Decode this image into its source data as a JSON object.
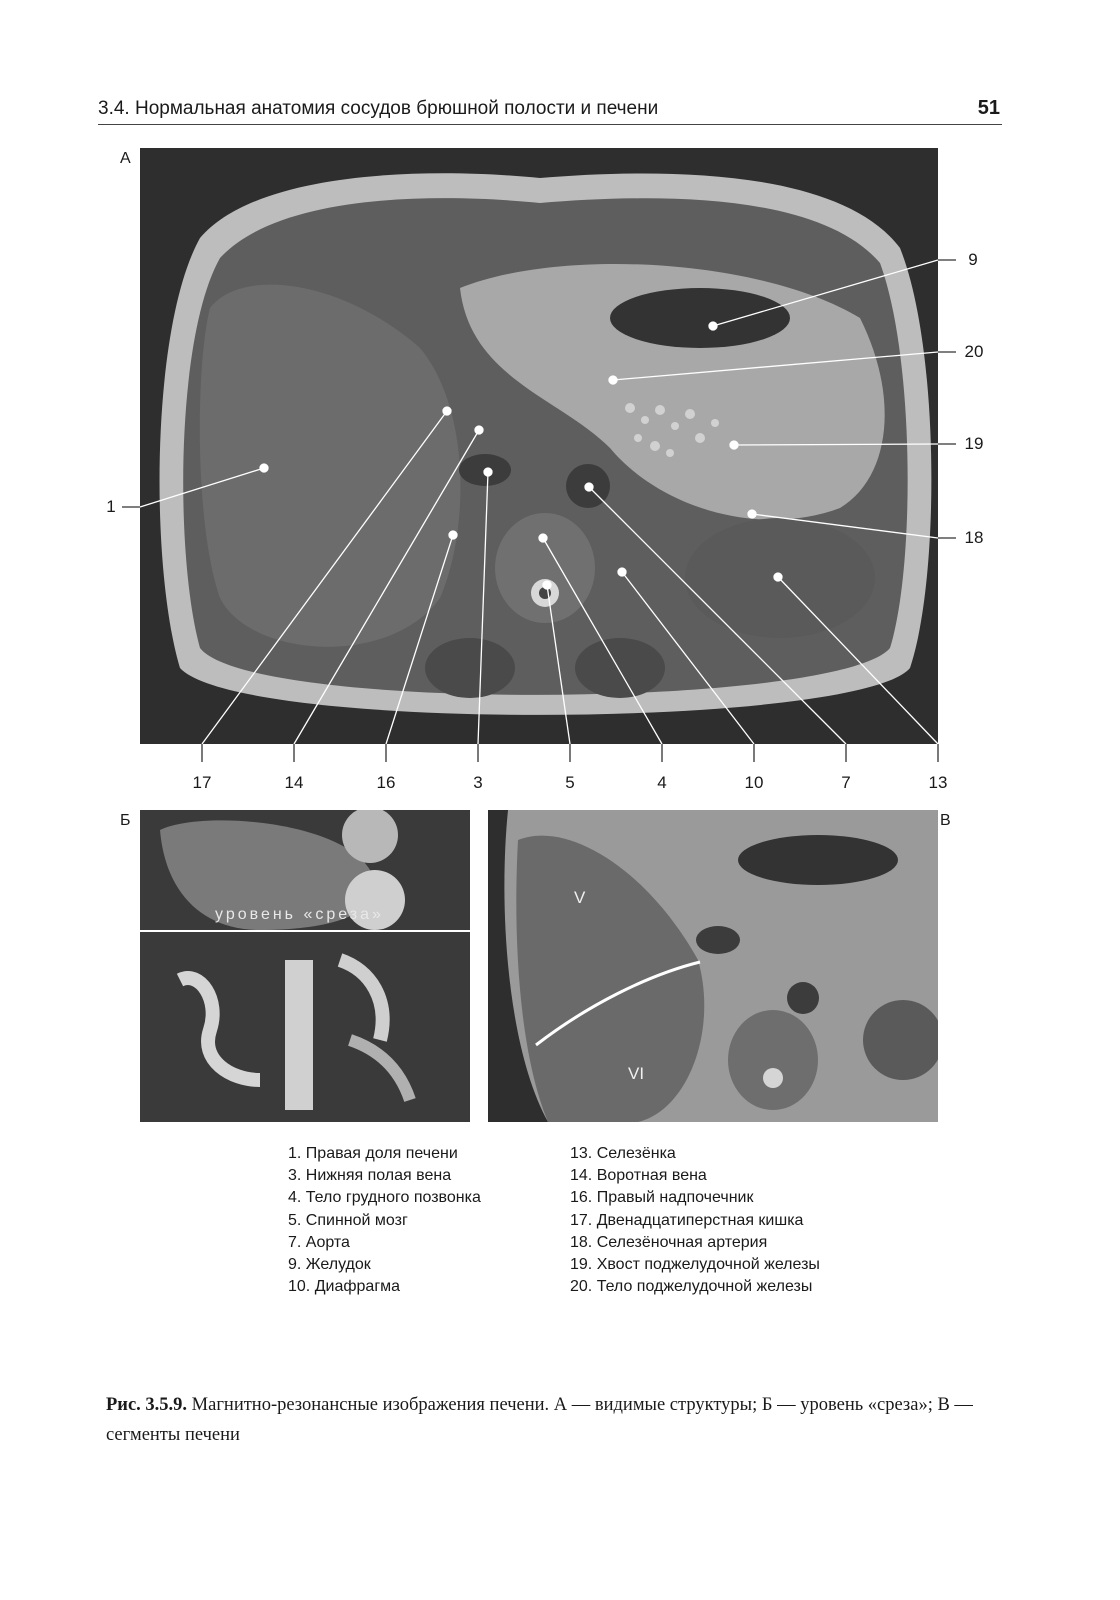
{
  "header": {
    "title": "3.4. Нормальная анатомия сосудов брюшной полости и печени",
    "page_number": "51"
  },
  "panels": {
    "a_letter": "А",
    "b_letter": "Б",
    "v_letter": "В"
  },
  "panel_a": {
    "left_labels": [
      "1"
    ],
    "right_labels": [
      "9",
      "20",
      "19",
      "18"
    ],
    "bottom_labels": [
      "17",
      "14",
      "16",
      "3",
      "5",
      "4",
      "10",
      "7",
      "13"
    ]
  },
  "panel_b": {
    "slice_label": "уровень «среза»"
  },
  "panel_v": {
    "segment_top": "V",
    "segment_bottom": "VI"
  },
  "legend": {
    "left": [
      "1. Правая доля печени",
      "3. Нижняя полая вена",
      "4. Тело грудного позвонка",
      "5. Спинной мозг",
      "7. Аорта",
      "9. Желудок",
      "10. Диафрагма"
    ],
    "right": [
      "13. Селезёнка",
      "14. Воротная вена",
      "16. Правый надпочечник",
      "17. Двенадцатиперстная кишка",
      "18. Селезёночная артерия",
      "19. Хвост поджелудочной железы",
      "20. Тело поджелудочной железы"
    ]
  },
  "caption": {
    "label": "Рис. 3.5.9.",
    "text": " Магнитно-резонансные изображения печени. А — видимые структуры; Б — уровень «среза»; В — сегменты печени"
  }
}
